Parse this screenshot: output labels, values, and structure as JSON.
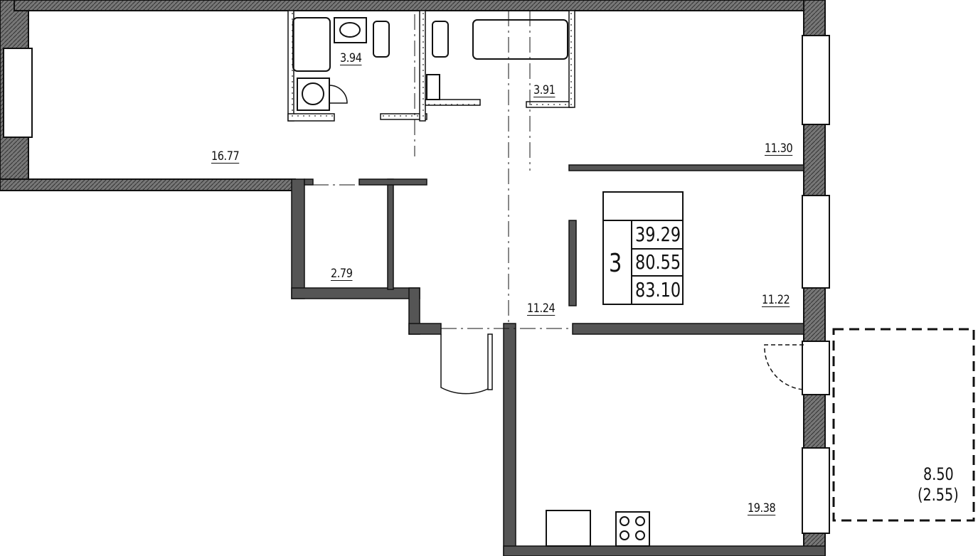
{
  "rooms": {
    "living_left": "16.77",
    "bath_1": "3.94",
    "bath_2": "3.91",
    "bedroom_top_right": "11.30",
    "storage": "2.79",
    "hall": "11.24",
    "bedroom_mid_right": "11.22",
    "kitchen": "19.38",
    "balcony_area": "8.50",
    "balcony_reduced": "(2.55)"
  },
  "summary": {
    "room_count": "3",
    "living_area": "39.29",
    "total_area": "80.55",
    "total_with_balcony": "83.10"
  },
  "colors": {
    "wall": "#555555",
    "line": "#111111"
  }
}
